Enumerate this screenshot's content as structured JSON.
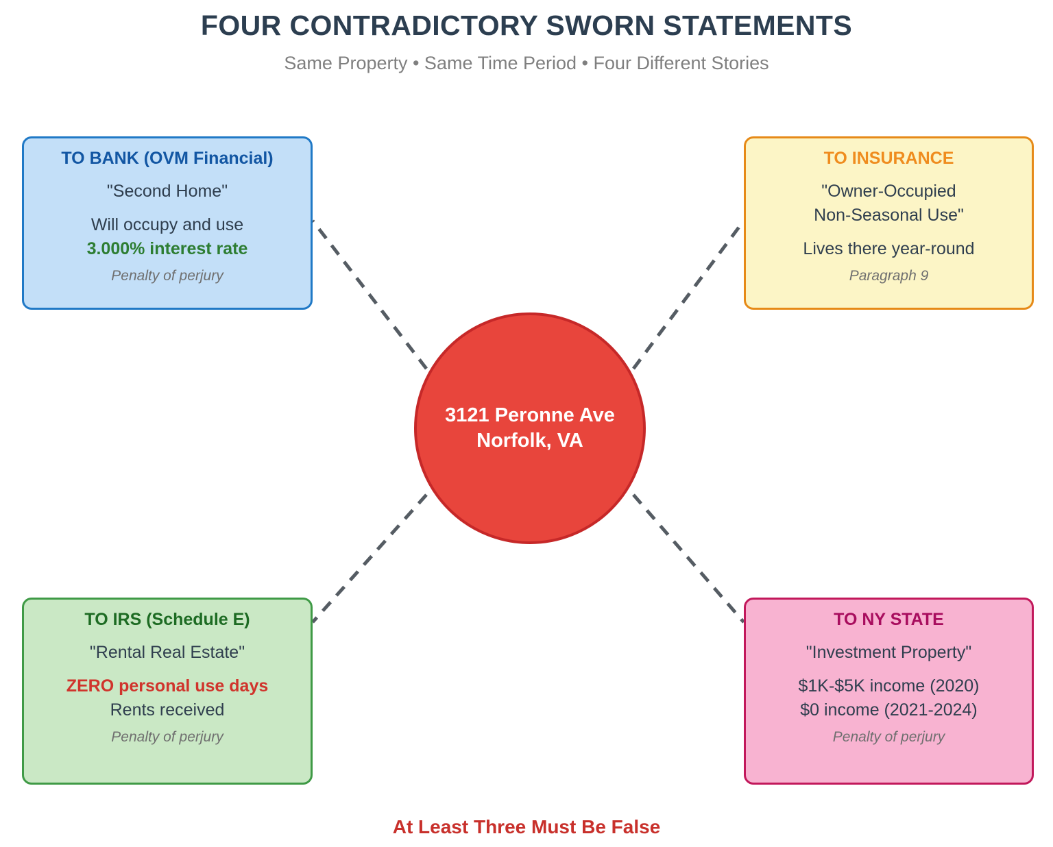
{
  "header": {
    "title": "FOUR CONTRADICTORY SWORN STATEMENTS",
    "subtitle": "Same Property • Same Time Period • Four Different Stories"
  },
  "center": {
    "address_line1": "3121 Peronne Ave",
    "address_line2": "Norfolk, VA"
  },
  "cards": {
    "bank": {
      "heading": "TO BANK (OVM Financial)",
      "claim": "\"Second Home\"",
      "detail1": "Will occupy and use",
      "detail2": "3.000% interest rate",
      "note": "Penalty of perjury",
      "fill": "#c3dff8",
      "border": "#2079c6",
      "heading_color": "#1256a3",
      "accent_color": "#2d7d32"
    },
    "insurance": {
      "heading": "TO INSURANCE",
      "claim_line1": "\"Owner-Occupied",
      "claim_line2": "Non-Seasonal Use\"",
      "detail1": "Lives there year-round",
      "note": "Paragraph 9",
      "fill": "#fcf5c6",
      "border": "#e68a18",
      "heading_color": "#ef8c1e"
    },
    "irs": {
      "heading": "TO IRS (Schedule E)",
      "claim": "\"Rental Real Estate\"",
      "detail1": "ZERO personal use days",
      "detail2": "Rents received",
      "note": "Penalty of perjury",
      "fill": "#cae8c5",
      "border": "#3f9a46",
      "heading_color": "#1d6b23",
      "accent_color": "#d0342c"
    },
    "nystate": {
      "heading": "TO NY STATE",
      "claim": "\"Investment Property\"",
      "detail1": "$1K-$5K income (2020)",
      "detail2": "$0 income (2021-2024)",
      "note": "Penalty of perjury",
      "fill": "#f8b3d1",
      "border": "#c2185b",
      "heading_color": "#a80d5e"
    }
  },
  "footer": {
    "conclusion": "At Least Three Must Be False",
    "color": "#c8302b"
  },
  "connectors": {
    "style": "dashed",
    "color": "#555c63",
    "count": 4
  }
}
